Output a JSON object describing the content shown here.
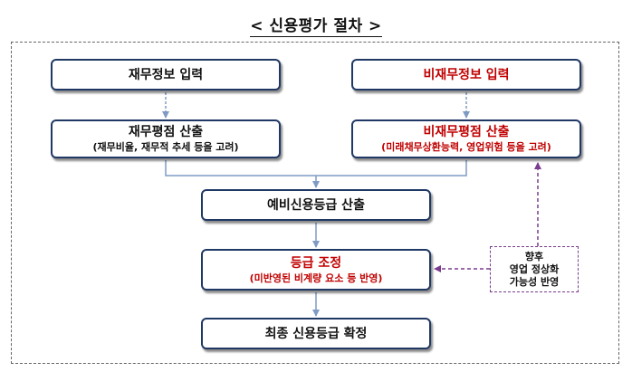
{
  "title": "< 신용평가 절차 >",
  "steps": {
    "financial_input": "재무정보 입력",
    "nonfinancial_input": "비재무정보 입력",
    "financial_score": {
      "label": "재무평점 산출",
      "detail": "(재무비율, 재무적 추세 등을 고려)"
    },
    "nonfinancial_score": {
      "label": "비재무평점 산출",
      "detail": "(미래채무상환능력, 영업위험 등을 고려)"
    },
    "preliminary_grade": "예비신용등급 산출",
    "grade_adjustment": {
      "label": "등급 조정",
      "detail": "(미반영된 비계량 요소 등 반영)"
    },
    "final_grade": "최종 신용등급 확정"
  },
  "note": {
    "line1": "향후",
    "line2": "영업 정상화",
    "line3": "가능성 반영"
  },
  "colors": {
    "box_border": "#1f3864",
    "emphasis_text": "#c00000",
    "arrow": "#7f9bc4",
    "feedback_arrow": "#7b3b8e"
  }
}
